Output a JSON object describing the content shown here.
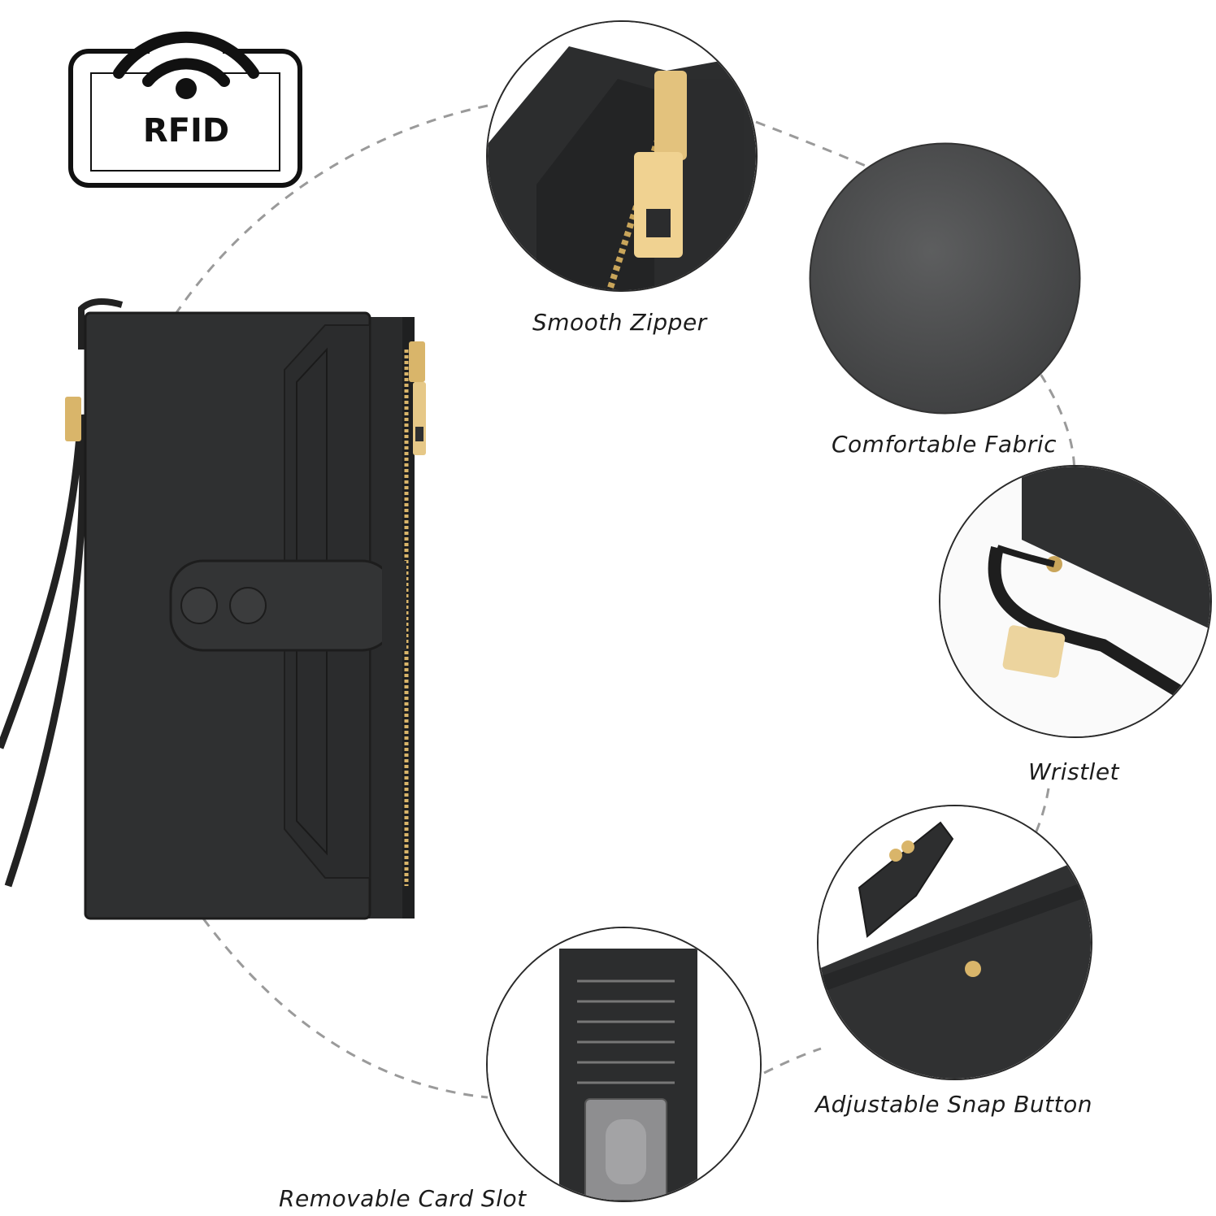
{
  "badge": {
    "text": "RFID"
  },
  "features": {
    "zipper": "Smooth Zipper",
    "fabric": "Comfortable Fabric",
    "wristlet": "Wristlet",
    "snap": "Adjustable Snap Button",
    "card_slot": "Removable Card Slot"
  },
  "colors": {
    "leather": "#2c2d2e",
    "leather_light": "#3a3b3c",
    "gold": "#d9b56a",
    "dashed_ring": "#9a9a9a"
  }
}
